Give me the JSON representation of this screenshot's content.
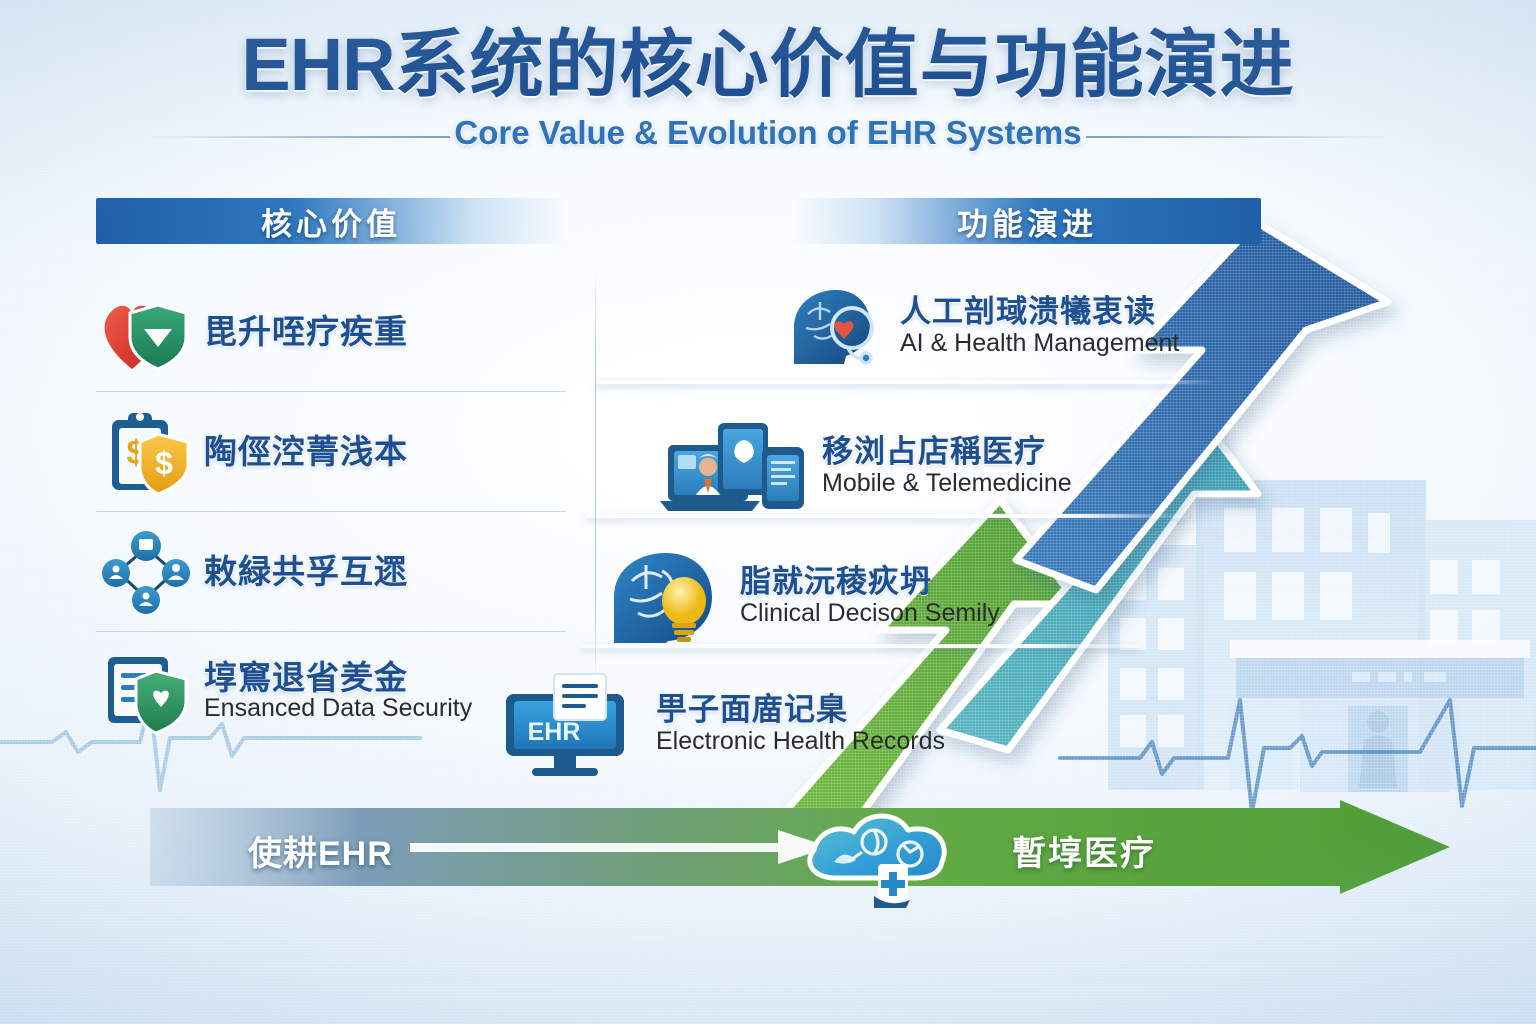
{
  "title": {
    "cn_prefix": "EHR",
    "cn_rest": "系统的核心价值与功能演进",
    "en": "Core Value & Evolution of EHR Systems"
  },
  "sections": {
    "left_header": "核心价值",
    "right_header": "功能演进"
  },
  "core_values": [
    {
      "cn": "毘升咥疗疾重",
      "en": "",
      "icon": "heart-shield-icon"
    },
    {
      "cn": "陶俓涳菁浅本",
      "en": "",
      "icon": "clipboard-dollar-shield-icon"
    },
    {
      "cn": "敕緑共孚互遝",
      "en": "",
      "icon": "data-sharing-network-icon"
    },
    {
      "cn": "埻窵退省羑金",
      "en": "Ensanced Data Security",
      "icon": "document-shield-icon"
    }
  ],
  "evolution": [
    {
      "cn": "人工剖琙溃犧衷读",
      "en": "AI & Health Management",
      "icon": "ai-brain-stethoscope-icon"
    },
    {
      "cn": "移浏占店稱医疗",
      "en": "Mobile & Telemedicine",
      "icon": "devices-telemedicine-icon"
    },
    {
      "cn": "脂就沅稜疢坍",
      "en": "Clinical Decison Semily",
      "icon": "brain-lightbulb-icon"
    },
    {
      "cn": "甼子面庿记臬",
      "en": "Electronic Health Records",
      "icon": "ehr-monitor-icon"
    }
  ],
  "ehr_monitor_badge": "EHR",
  "timeline": {
    "left_label": "使耕EHR",
    "right_label": "暫埻医疗",
    "cloud_icon": "cloud-health-icon"
  },
  "colors": {
    "deep_blue": "#1d4f91",
    "band_blue": "#2f78c0",
    "arrow_blue": "#2e6ba8",
    "arrow_teal": "#4aa8bc",
    "arrow_green": "#5fae3c",
    "bg_light": "#e6f0fa",
    "heart_red": "#d93b30",
    "shield_green": "#2e9e6b",
    "gold": "#f0b429",
    "ecg_blue": "#8fbcdf"
  },
  "background": {
    "scene": "hospital-buildings-silhouette",
    "ecg": "ecg-waveform"
  }
}
